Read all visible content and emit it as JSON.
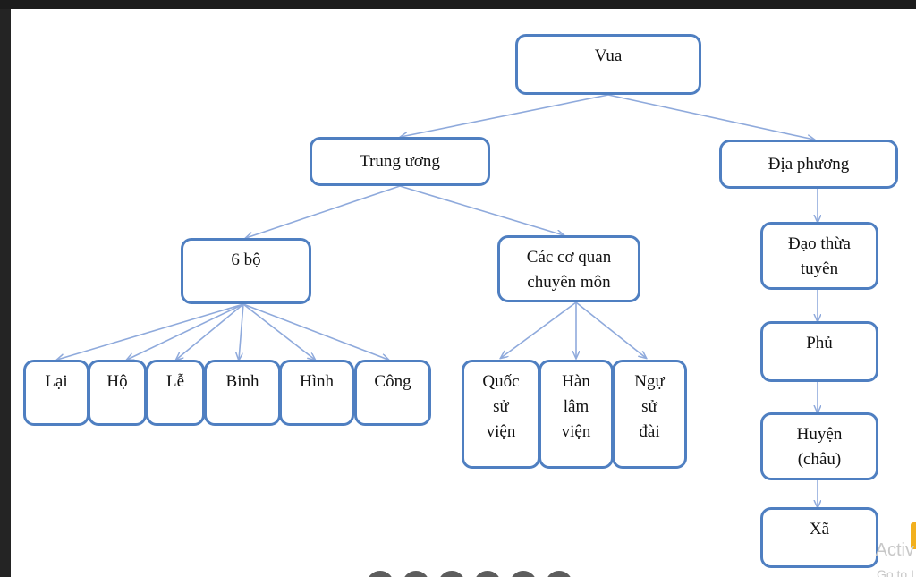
{
  "nodes": {
    "vua": "Vua",
    "trung_uong": "Trung ương",
    "dia_phuong": "Địa phương",
    "sau_bo": "6 bộ",
    "co_quan": "Các cơ quan\nchuyên môn",
    "lai": "Lại",
    "ho": "Hộ",
    "le": "Lễ",
    "binh": "Binh",
    "hinh": "Hình",
    "cong": "Công",
    "quoc_su_vien": "Quốc\nsử\nviện",
    "han_lam_vien": "Hàn\nlâm\nviện",
    "ngu_su_dai": "Ngự\nsử\nđài",
    "dao_thua_tuyen": "Đạo thừa\ntuyên",
    "phu": "Phủ",
    "huyen": "Huyện\n(châu)",
    "xa": "Xã"
  },
  "watermark": {
    "line1": "Activ",
    "line2": "Go to I"
  },
  "colors": {
    "border": "#4f7fc1",
    "line": "#8faadc"
  }
}
